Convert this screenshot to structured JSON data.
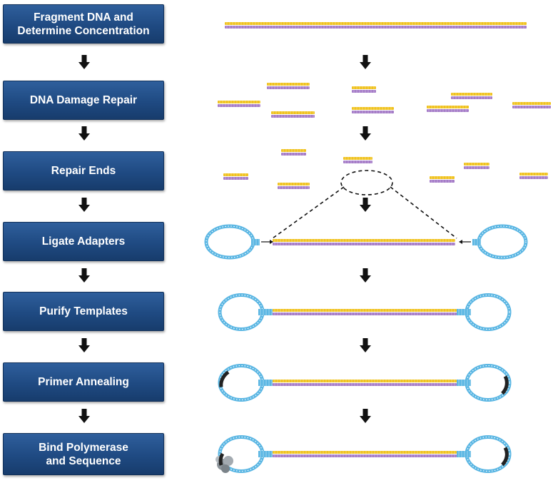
{
  "steps": [
    {
      "label": "Fragment DNA and\nDetermine Concentration"
    },
    {
      "label": "DNA Damage Repair"
    },
    {
      "label": "Repair Ends"
    },
    {
      "label": "Ligate Adapters"
    },
    {
      "label": "Purify Templates"
    },
    {
      "label": "Primer Annealing"
    },
    {
      "label": "Bind Polymerase\nand Sequence"
    }
  ],
  "colors": {
    "step_box": "#1f4a82",
    "top_strand": "#f0c21e",
    "bottom_strand": "#a57cc8",
    "adapter": "#5ab6e3",
    "primer": "#222222",
    "polymerase": "#8c949a",
    "arrow": "#111111"
  }
}
